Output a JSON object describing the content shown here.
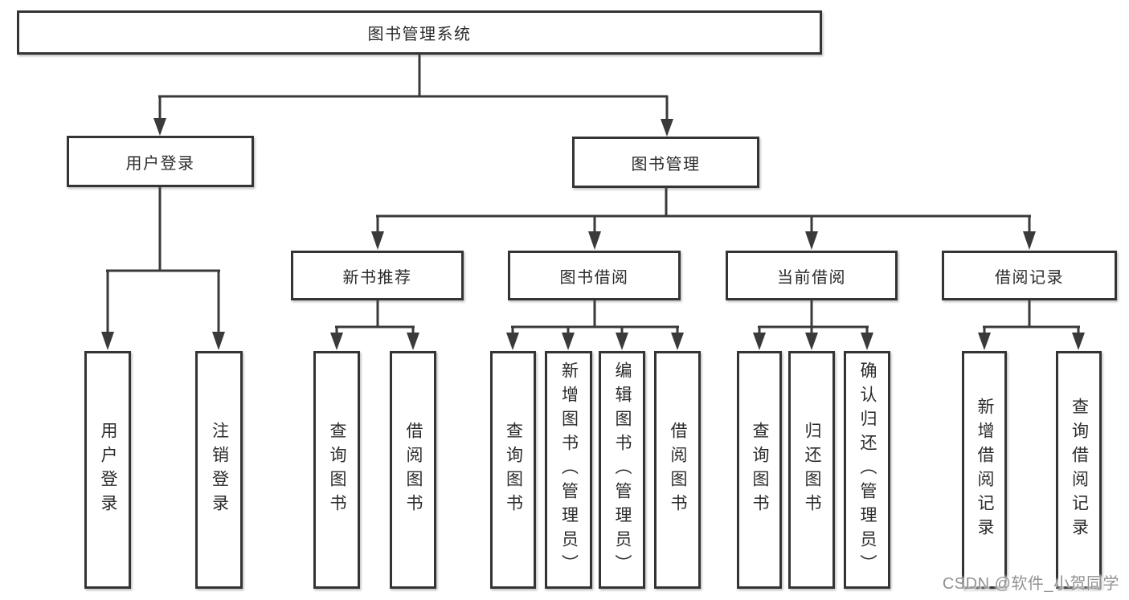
{
  "diagram_type": "functional-structure-tree",
  "colors": {
    "background": "#ffffff",
    "box_border": "#343434",
    "connector_line": "#3a3a3a",
    "text": "#2b2b2b",
    "watermark_text": "#929292"
  },
  "tree": {
    "label": "图书管理系统",
    "children": [
      {
        "label": "用户登录",
        "children": [
          {
            "label": "用户登录"
          },
          {
            "label": "注销登录"
          }
        ]
      },
      {
        "label": "图书管理",
        "children": [
          {
            "label": "新书推荐",
            "children": [
              {
                "label": "查询图书"
              },
              {
                "label": "借阅图书"
              }
            ]
          },
          {
            "label": "图书借阅",
            "children": [
              {
                "label": "查询图书"
              },
              {
                "label": "新增图书（管理员）"
              },
              {
                "label": "编辑图书（管理员）"
              },
              {
                "label": "借阅图书"
              }
            ]
          },
          {
            "label": "当前借阅",
            "children": [
              {
                "label": "查询图书"
              },
              {
                "label": "归还图书"
              },
              {
                "label": "确认归还（管理员）"
              }
            ]
          },
          {
            "label": "借阅记录",
            "children": [
              {
                "label": "新增借阅记录"
              },
              {
                "label": "查询借阅记录"
              }
            ]
          }
        ]
      }
    ]
  },
  "watermark": {
    "text": "CSDN @软件_小贺同学"
  }
}
